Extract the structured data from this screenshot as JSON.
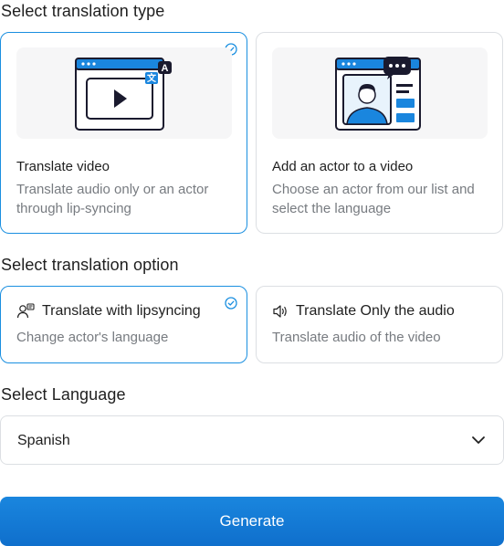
{
  "colors": {
    "accent": "#1a8fe0",
    "border": "#dcdfe3",
    "button": "#1577d4",
    "muted": "#777b80"
  },
  "section_type": {
    "title": "Select translation type",
    "cards": [
      {
        "title": "Translate video",
        "desc": "Translate audio only or an actor through lip-syncing",
        "selected": true,
        "icon": "translate-window-icon"
      },
      {
        "title": "Add an actor to a video",
        "desc": "Choose an actor from our list and select the language",
        "selected": false,
        "icon": "actor-window-icon"
      }
    ]
  },
  "section_option": {
    "title": "Select translation option",
    "options": [
      {
        "title": "Translate with lipsyncing",
        "desc": "Change actor's language",
        "selected": true,
        "icon": "lipsync-icon"
      },
      {
        "title": "Translate Only the audio",
        "desc": "Translate audio of the video",
        "selected": false,
        "icon": "speaker-icon"
      }
    ]
  },
  "section_language": {
    "title": "Select Language",
    "value": "Spanish"
  },
  "generate_label": "Generate"
}
